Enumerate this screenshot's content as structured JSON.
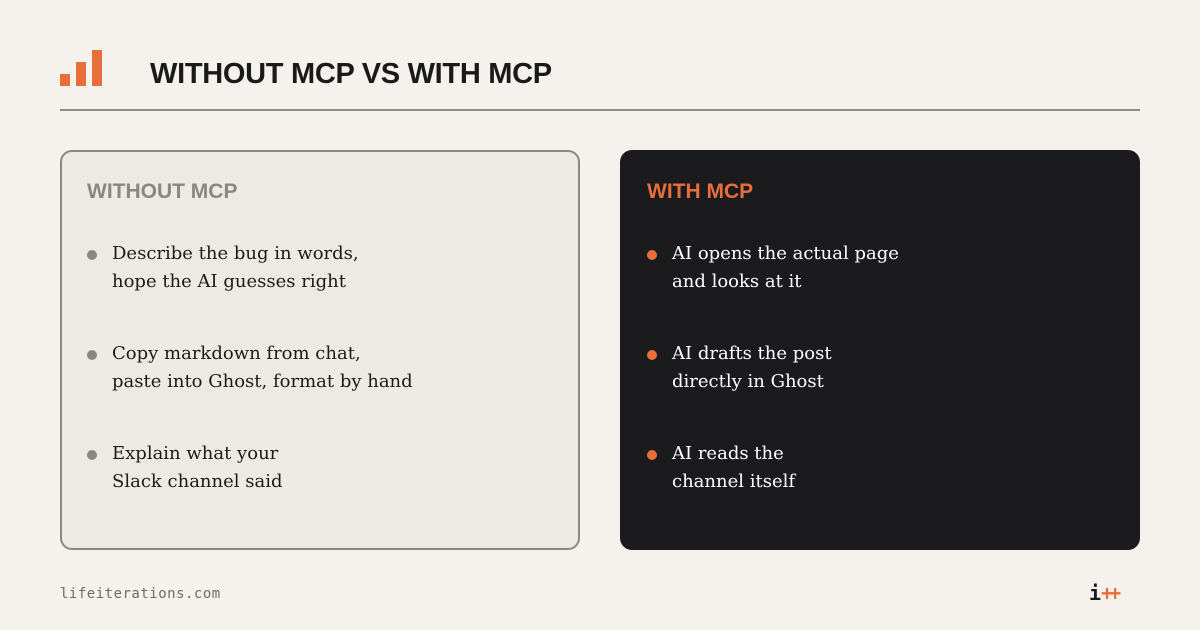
{
  "header": {
    "title": "WITHOUT MCP VS WITH MCP",
    "logo_icon": "bar-chart-icon"
  },
  "colors": {
    "accent": "#e76f3c",
    "background": "#f5f2ed",
    "left_card_bg": "#edeae4",
    "right_card_bg": "#1b1a1d",
    "muted": "#8b8680"
  },
  "without_mcp": {
    "heading": "WITHOUT MCP",
    "items": [
      "Describe the bug in words,\nhope the AI guesses right",
      "Copy markdown from chat,\npaste into Ghost, format by hand",
      "Explain what your\nSlack channel said"
    ]
  },
  "with_mcp": {
    "heading": "WITH MCP",
    "items": [
      "AI opens the actual page\nand looks at it",
      "AI drafts the post\ndirectly in Ghost",
      "AI reads the\nchannel itself"
    ]
  },
  "footer": {
    "url": "lifeiterations.com",
    "brand_i": "i",
    "brand_pp": "++"
  }
}
